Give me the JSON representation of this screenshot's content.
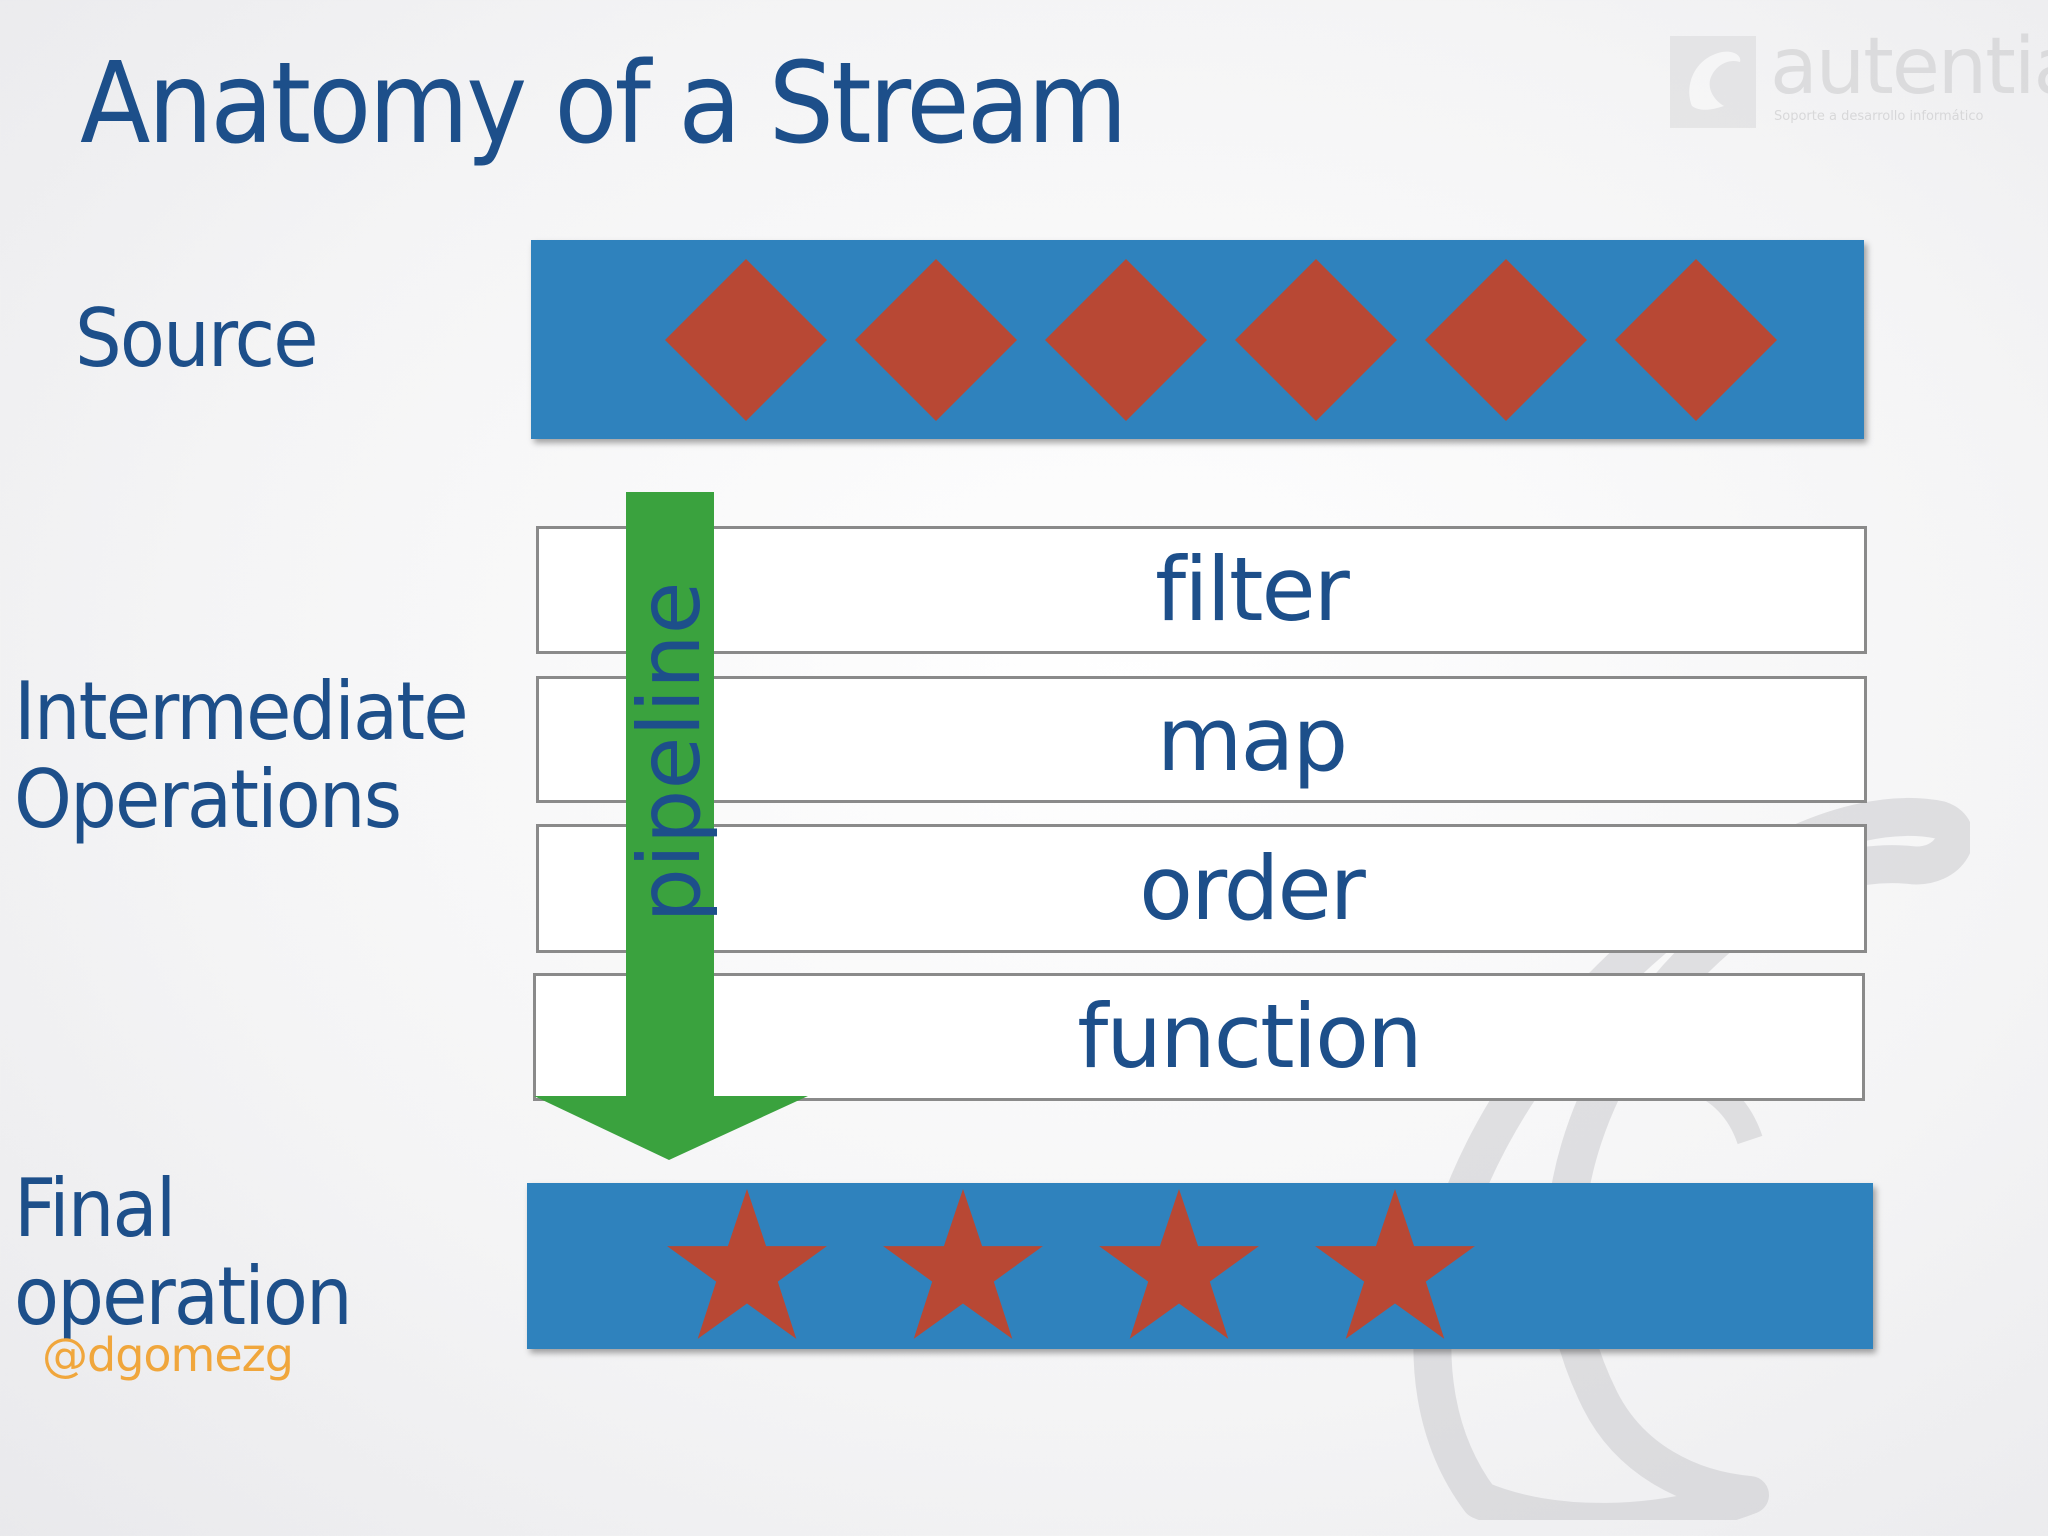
{
  "title": "Anatomy of a Stream",
  "logo": {
    "name": "autentia",
    "tagline": "Soporte a desarrollo informático"
  },
  "labels": {
    "source": "Source",
    "intermediate": [
      "Intermediate",
      "Operations"
    ],
    "final": [
      "Final",
      "operation"
    ]
  },
  "source_band": {
    "shape": "diamond",
    "count": 6
  },
  "operations": [
    "filter",
    "map",
    "order",
    "function"
  ],
  "pipeline_label": "pipeline",
  "final_band": {
    "shape": "star",
    "count": 4
  },
  "handle": "@dgomezg",
  "colors": {
    "title": "#1d4f8a",
    "band": "#2f82bd",
    "shape": "#b84834",
    "arrow": "#3aa23e",
    "handle": "#f0a63c",
    "box_border": "#8a8a8a"
  }
}
